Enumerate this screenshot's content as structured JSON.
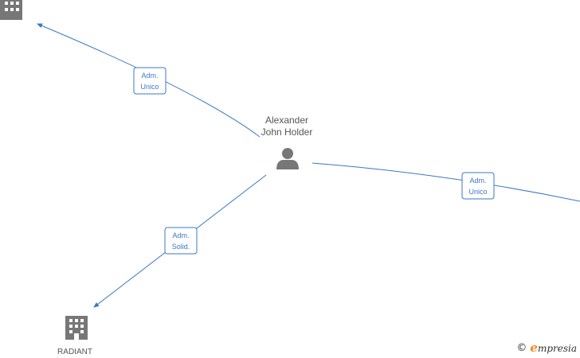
{
  "person": {
    "name_line1": "Alexander",
    "name_line2": "John Holder",
    "icon": "person-icon"
  },
  "companies": [
    {
      "name": "",
      "icon": "building-icon"
    },
    {
      "name": "RADIANT",
      "icon": "building-icon"
    }
  ],
  "edges": [
    {
      "line1": "Adm.",
      "line2": "Unico"
    },
    {
      "line1": "Adm.",
      "line2": "Unico"
    },
    {
      "line1": "Adm.",
      "line2": "Solid."
    }
  ],
  "watermark": {
    "copyright_symbol": "©",
    "brand_initial": "e",
    "brand_rest": "mpresia"
  },
  "colors": {
    "edge": "#3a78c8",
    "icon": "#777777",
    "text": "#555555",
    "brand": "#f08a1c"
  }
}
